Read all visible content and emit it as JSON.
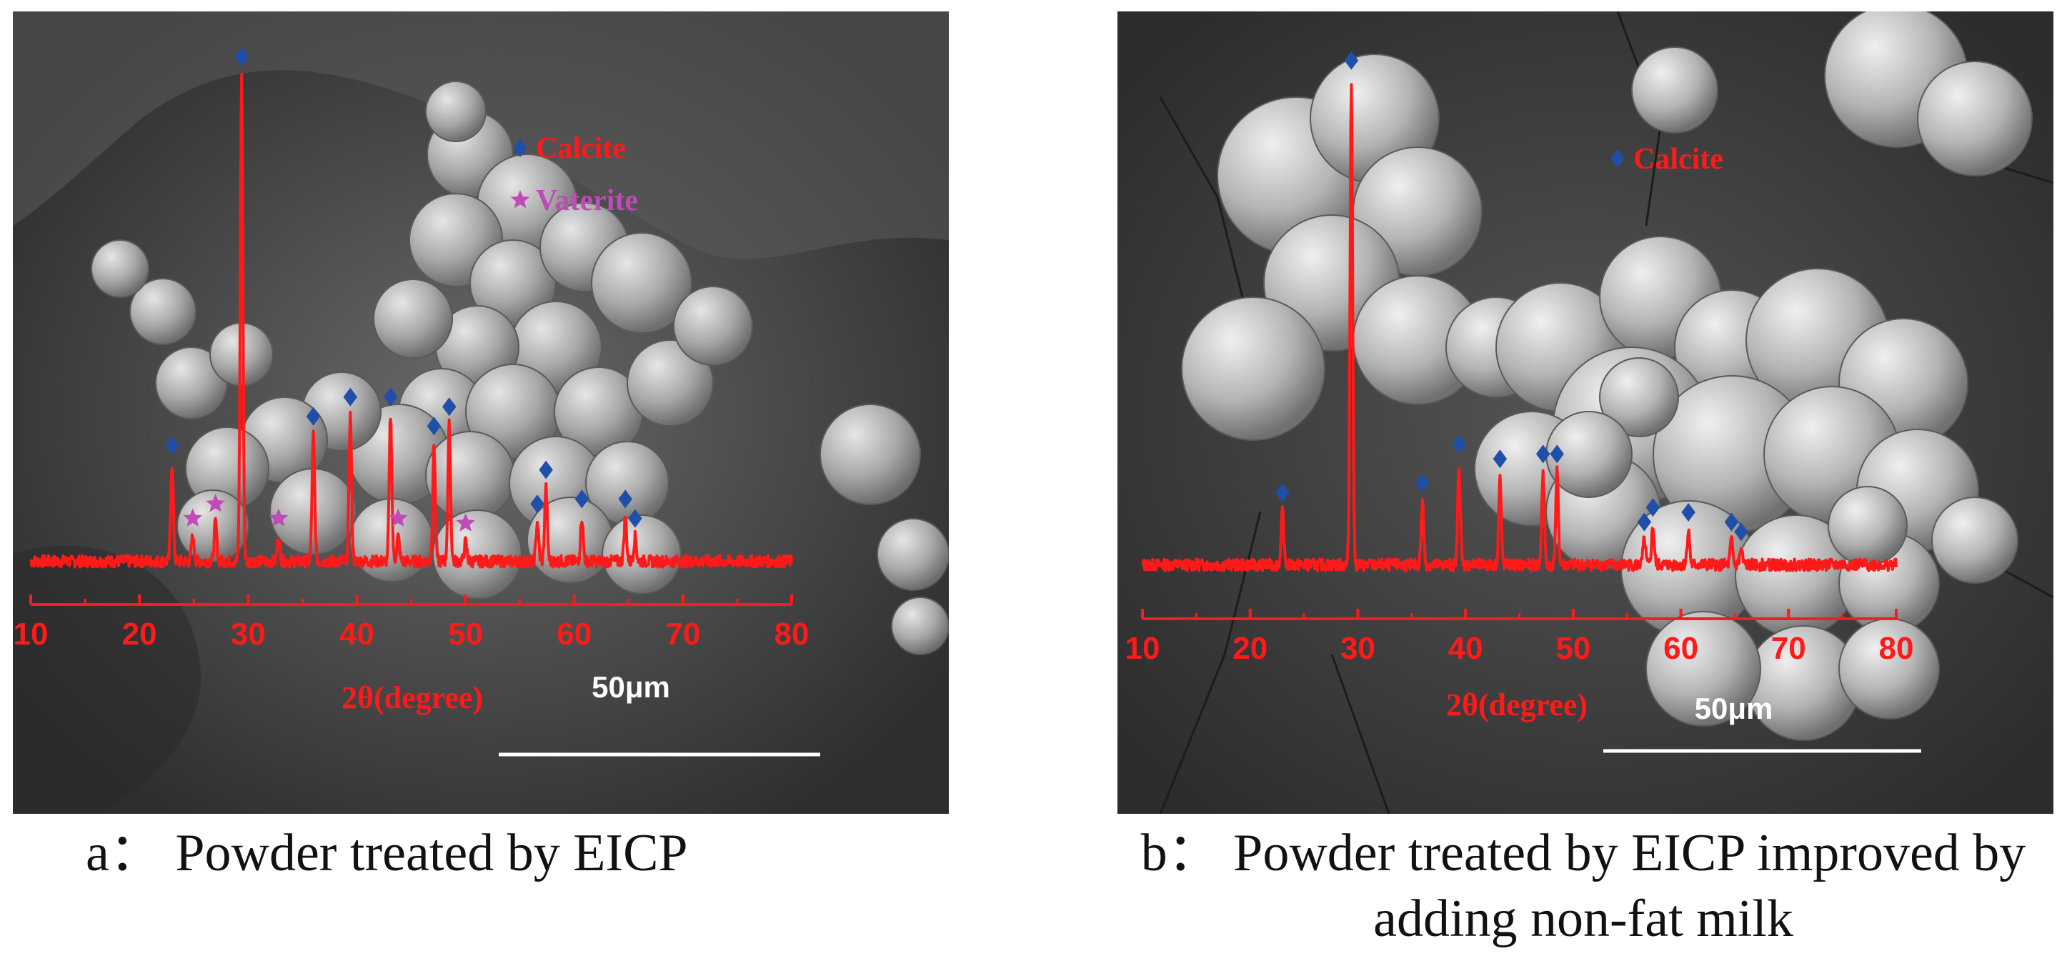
{
  "colors": {
    "pattern": "#ff1a1a",
    "calcite_marker": "#1f4fa8",
    "vaterite_marker": "#c04ab8",
    "caption_text": "#111111",
    "scale_bar": "#ffffff",
    "sem_background": "#4a4a4a"
  },
  "chart_data": [
    {
      "type": "line",
      "panel": "a",
      "xlabel": "2θ(degree)",
      "xlim": [
        10,
        80
      ],
      "xticks": [
        10,
        20,
        30,
        40,
        50,
        60,
        70,
        80
      ],
      "legend": [
        {
          "name": "Calcite",
          "marker": "diamond",
          "color": "#1f4fa8",
          "text_color": "#ff1a1a"
        },
        {
          "name": "Vaterite",
          "marker": "star",
          "color": "#c04ab8",
          "text_color": "#c04ab8"
        }
      ],
      "legend_position": "top-center",
      "baseline": 3,
      "peaks": [
        {
          "x": 23.0,
          "y": 20,
          "marker": "calcite"
        },
        {
          "x": 24.9,
          "y": 5,
          "marker": "vaterite"
        },
        {
          "x": 27.0,
          "y": 8,
          "marker": "vaterite"
        },
        {
          "x": 29.4,
          "y": 100,
          "marker": "calcite"
        },
        {
          "x": 32.8,
          "y": 5,
          "marker": "vaterite"
        },
        {
          "x": 36.0,
          "y": 26,
          "marker": "calcite"
        },
        {
          "x": 39.4,
          "y": 30,
          "marker": "calcite"
        },
        {
          "x": 43.1,
          "y": 30,
          "marker": "calcite"
        },
        {
          "x": 43.8,
          "y": 5,
          "marker": "vaterite"
        },
        {
          "x": 47.1,
          "y": 24,
          "marker": "calcite"
        },
        {
          "x": 48.5,
          "y": 28,
          "marker": "calcite"
        },
        {
          "x": 50.0,
          "y": 4,
          "marker": "vaterite"
        },
        {
          "x": 56.6,
          "y": 8,
          "marker": "calcite"
        },
        {
          "x": 57.4,
          "y": 15,
          "marker": "calcite"
        },
        {
          "x": 60.7,
          "y": 9,
          "marker": "calcite"
        },
        {
          "x": 64.7,
          "y": 9,
          "marker": "calcite"
        },
        {
          "x": 65.6,
          "y": 5,
          "marker": "calcite"
        }
      ],
      "scale_bar_label": "50μm"
    },
    {
      "type": "line",
      "panel": "b",
      "xlabel": "2θ(degree)",
      "xlim": [
        10,
        80
      ],
      "xticks": [
        10,
        20,
        30,
        40,
        50,
        60,
        70,
        80
      ],
      "legend": [
        {
          "name": "Calcite",
          "marker": "diamond",
          "color": "#1f4fa8",
          "text_color": "#ff1a1a"
        }
      ],
      "legend_position": "top-right",
      "baseline": 3,
      "peaks": [
        {
          "x": 23.0,
          "y": 11,
          "marker": "calcite"
        },
        {
          "x": 29.4,
          "y": 100,
          "marker": "calcite"
        },
        {
          "x": 36.0,
          "y": 13,
          "marker": "calcite"
        },
        {
          "x": 39.4,
          "y": 21,
          "marker": "calcite"
        },
        {
          "x": 43.2,
          "y": 18,
          "marker": "calcite"
        },
        {
          "x": 47.2,
          "y": 19,
          "marker": "calcite"
        },
        {
          "x": 48.5,
          "y": 19,
          "marker": "calcite"
        },
        {
          "x": 56.6,
          "y": 5,
          "marker": "calcite"
        },
        {
          "x": 57.4,
          "y": 8,
          "marker": "calcite"
        },
        {
          "x": 60.7,
          "y": 7,
          "marker": "calcite"
        },
        {
          "x": 64.7,
          "y": 5,
          "marker": "calcite"
        },
        {
          "x": 65.6,
          "y": 3,
          "marker": "calcite"
        }
      ],
      "scale_bar_label": "50μm"
    }
  ],
  "captions": {
    "a": "a： Powder treated by EICP",
    "b": "b： Powder treated by EICP improved by adding non-fat milk"
  }
}
